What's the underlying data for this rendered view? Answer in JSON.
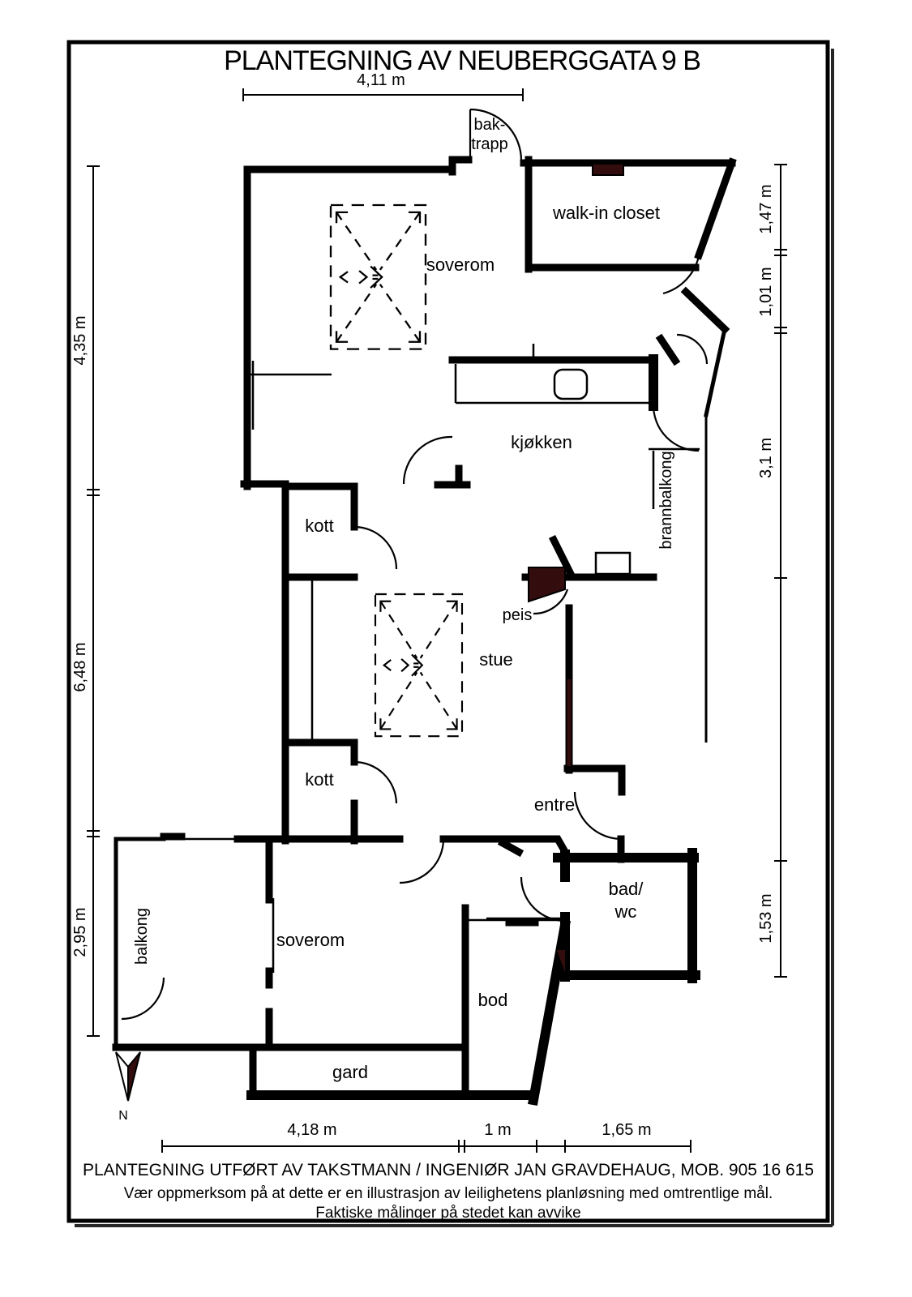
{
  "title": "PLANTEGNING AV NEUBERGGATA 9 B",
  "rooms": {
    "soverom_upper": "soverom",
    "walk_in_closet": "walk-in closet",
    "bak_trapp_line1": "bak-",
    "bak_trapp_line2": "trapp",
    "kjokken": "kjøkken",
    "brannbalkong": "brannbalkong",
    "kott_upper": "kott",
    "kott_lower": "kott",
    "stue": "stue",
    "peis": "peis",
    "entre": "entre",
    "bad_wc_line1": "bad/",
    "bad_wc_line2": "wc",
    "bod": "bod",
    "gard": "gard",
    "balkong": "balkong",
    "soverom_lower": "soverom"
  },
  "dimensions": {
    "top": "4,11 m",
    "left_upper": "4,35 m",
    "left_middle": "6,48 m",
    "left_lower": "2,95 m",
    "right_1": "1,47 m",
    "right_2": "1,01 m",
    "right_3": "3,1 m",
    "right_4": "1,53 m",
    "bottom_1": "4,18 m",
    "bottom_2": "1 m",
    "bottom_3": "1,65 m"
  },
  "compass": {
    "label": "N"
  },
  "footer": {
    "line1": "PLANTEGNING UTFØRT AV TAKSTMANN / INGENIØR JAN GRAVDEHAUG, MOB. 905 16 615",
    "line2": "Vær oppmerksom på at dette er en illustrasjon av leilighetens planløsning med omtrentlige mål.",
    "line3": "Faktiske målinger på stedet kan avvike"
  },
  "colors": {
    "wall": "#000000",
    "accent": "#330d0d",
    "background": "#ffffff"
  }
}
